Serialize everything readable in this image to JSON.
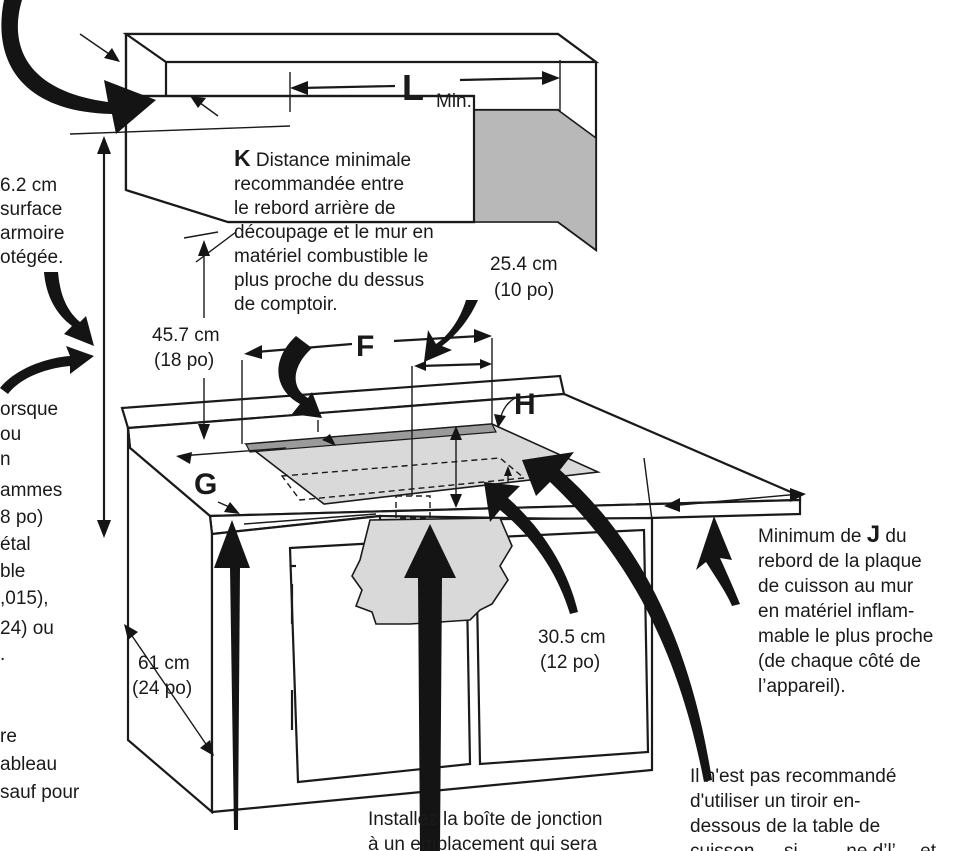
{
  "labels": {
    "L": "L",
    "L_suffix": "Min.",
    "K_letter": "K",
    "K_lines": [
      " Distance minimale",
      "recommandée entre",
      "le rebord arrière de",
      "découpage et le mur en",
      "matériel combustible le",
      "plus proche du dessus",
      "de comptoir."
    ],
    "F": "F",
    "G": "G",
    "H": "H",
    "dim_25_4": [
      "25.4 cm",
      "(10 po)"
    ],
    "dim_45_7": [
      "45.7 cm",
      "(18 po)"
    ],
    "dim_30_5": [
      "30.5 cm",
      "(12 po)"
    ],
    "dim_61": [
      "61 cm",
      "(24 po)"
    ],
    "left_top_lines": [
      "6.2 cm",
      "surface",
      "armoire",
      "otégée."
    ],
    "left_mid_lines": [
      "orsque",
      "ou",
      "n",
      "ammes",
      "8 po)",
      "étal",
      "ble",
      ",015),",
      "24) ou",
      "."
    ],
    "left_bottom_lines": [
      "re",
      "ableau",
      "sauf pour"
    ],
    "J_prefix": "Minimum de ",
    "J_letter": "J",
    "J_suffix": " du",
    "J_lines": [
      "rebord de la plaque",
      "de cuisson au mur",
      "en matériel inflam-",
      "mable le plus proche",
      "(de chaque côté de",
      "l’appareil)."
    ],
    "junction_lines": [
      "Installez la boîte de jonction",
      "à un emplacement qui sera"
    ],
    "drawer_lines": [
      "Il n'est pas recommandé",
      "d'utiliser un tiroir en-",
      "dessous de la table de",
      "cuisson … si …… ne d’l’… et"
    ]
  }
}
